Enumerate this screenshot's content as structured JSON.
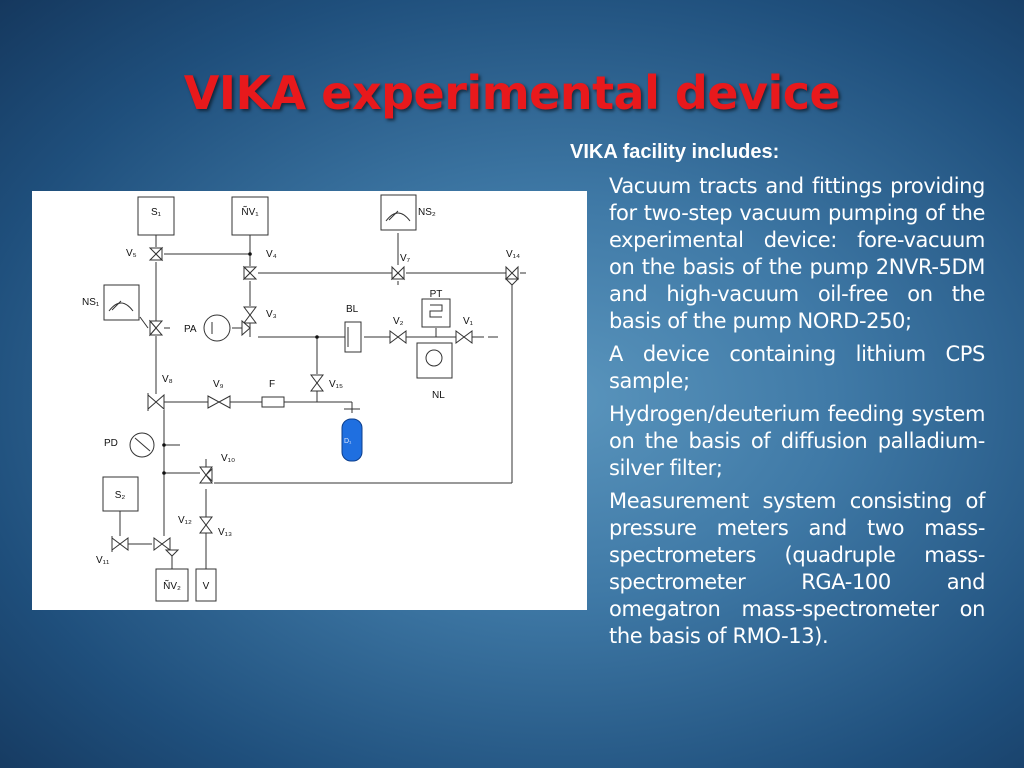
{
  "slide": {
    "title": "VIKA experimental device",
    "heading": "VIKA facility includes:",
    "items": [
      "Vacuum tracts and fittings providing for two-step vacuum pumping of the experimental device: fore-vacuum on the basis of the pump 2NVR-5DM and high-vacuum oil-free on the basis of the pump NORD-250;",
      "A device containing lithium CPS sample;",
      "Hydrogen/deuterium feeding system on the basis of diffusion palladium-silver filter;",
      "Measurement system consisting of pressure meters and two mass-spectrometers (quadruple mass-spectrometer RGA-100 and omegatron mass-spectrometer on the basis of RMO-13)."
    ]
  },
  "diagram": {
    "labels": {
      "s1": "S₁",
      "nv1": "ÑV₁",
      "ns2": "NS₂",
      "v5": "V₅",
      "v4": "V₄",
      "v7": "V₇",
      "v14": "V₁₄",
      "ns1": "NS₁",
      "pa": "PA",
      "v3": "V₃",
      "bl": "BL",
      "pt": "PT",
      "v2": "V₂",
      "v1": "V₁",
      "nl": "NL",
      "v8": "V₈",
      "v9": "V₉",
      "f": "F",
      "v15": "V₁₅",
      "d1": "D₁",
      "pd": "PD",
      "v10": "V₁₀",
      "s2": "S₂",
      "v12": "V₁₂",
      "v13": "V₁₃",
      "v11": "V₁₁",
      "nv2": "ÑV₂",
      "v": "V"
    },
    "colors": {
      "vessel": "#1f6fe0",
      "text": "#ffffff",
      "title": "#e8191c"
    }
  }
}
